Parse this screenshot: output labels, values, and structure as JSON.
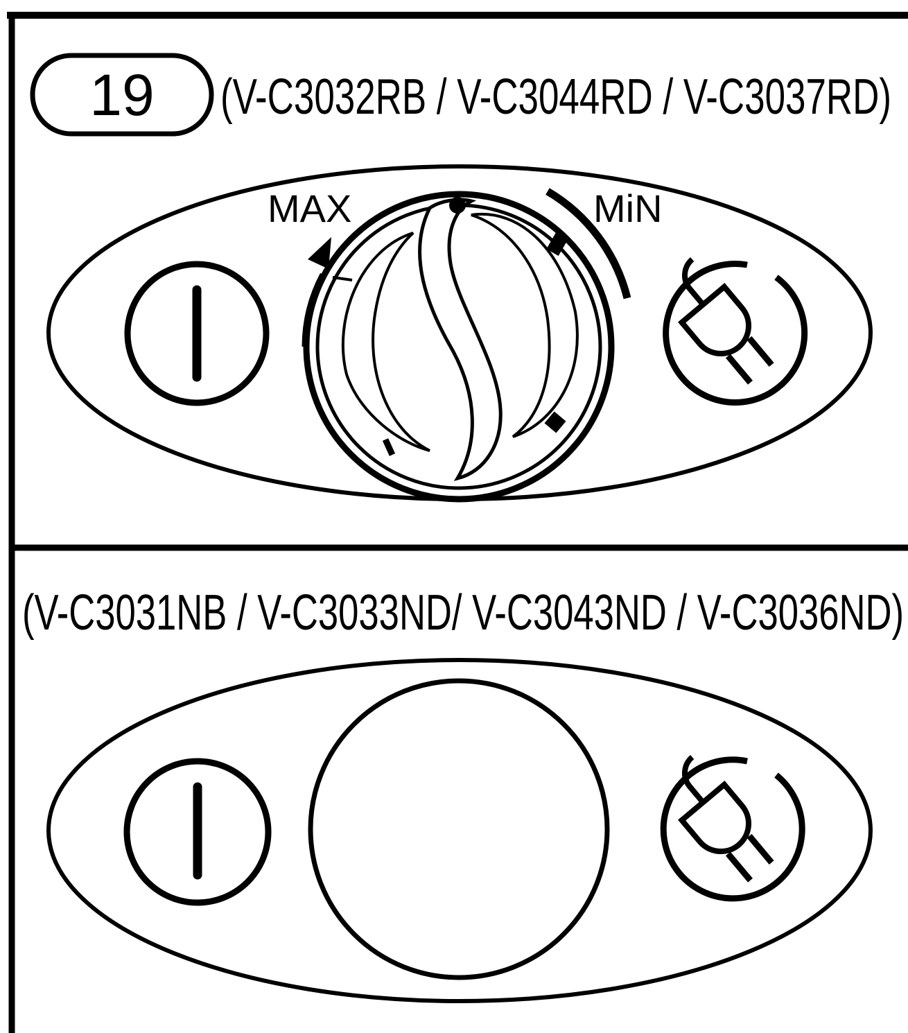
{
  "figure": {
    "step_number": "19",
    "top_panel": {
      "models": "(V-C3032RB / V-C3044RD / V-C3037RD)",
      "dial": {
        "max_label": "MAX",
        "min_label": "MiN"
      },
      "icons": [
        "power-switch-icon",
        "power-dial-icon",
        "cord-rewind-plug-icon"
      ]
    },
    "bottom_panel": {
      "models": "(V-C3031NB / V-C3033ND/ V-C3043ND / V-C3036ND)",
      "icons": [
        "power-switch-icon",
        "blank-button-icon",
        "cord-rewind-plug-icon"
      ]
    }
  }
}
